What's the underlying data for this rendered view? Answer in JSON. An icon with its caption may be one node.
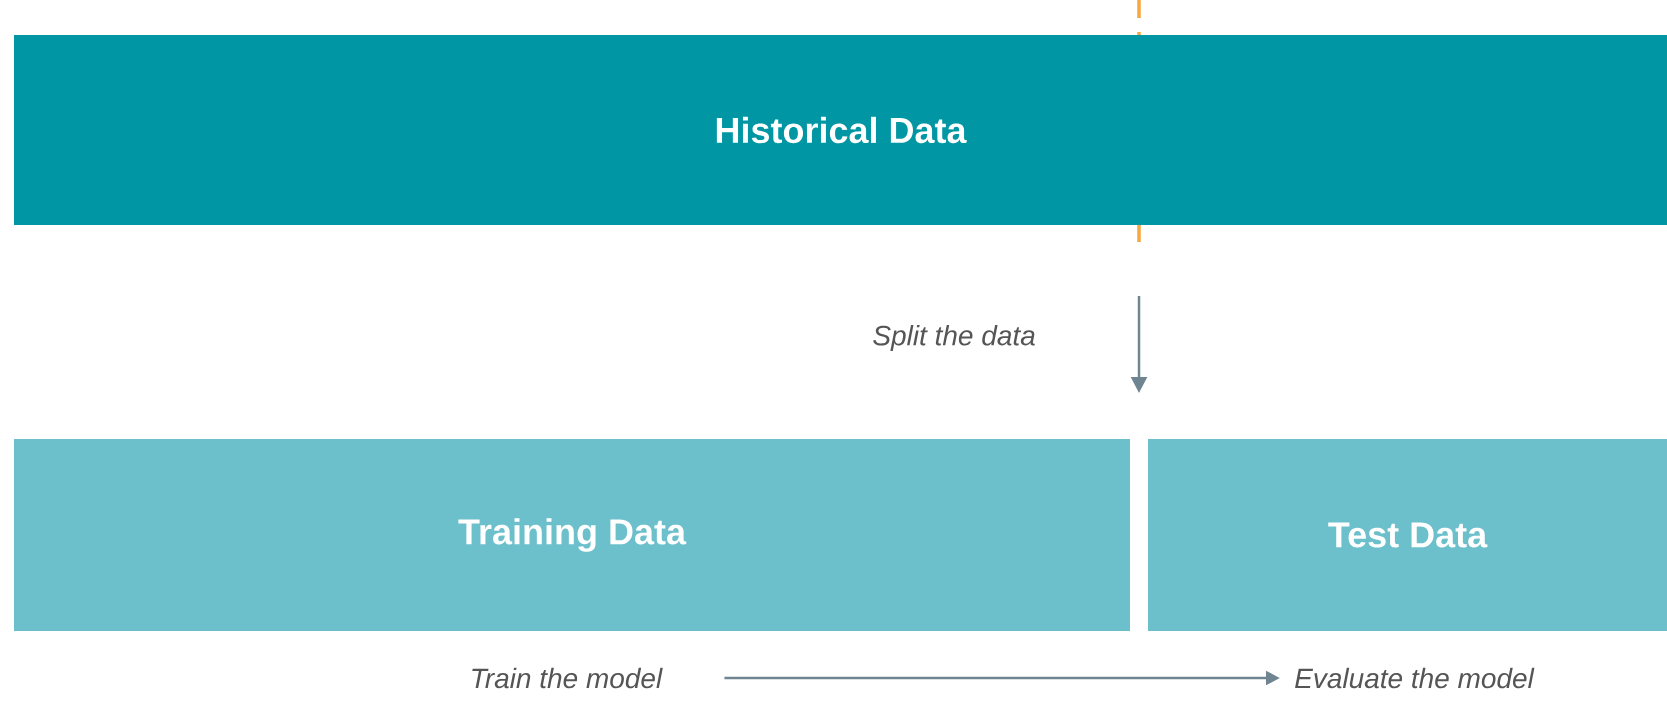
{
  "diagram": {
    "nodes": [
      {
        "text": [
          "Historical Data"
        ]
      },
      {
        "text": [
          "Training Data"
        ]
      },
      {
        "text": [
          "Test Data"
        ]
      },
      {
        "text": [
          "Train the model"
        ]
      },
      {
        "text": [
          "Evaluate the model"
        ]
      }
    ],
    "edges": [
      {
        "from": 3,
        "to": 4,
        "arrow": "to"
      }
    ],
    "labels": [
      "Split the data"
    ]
  }
}
